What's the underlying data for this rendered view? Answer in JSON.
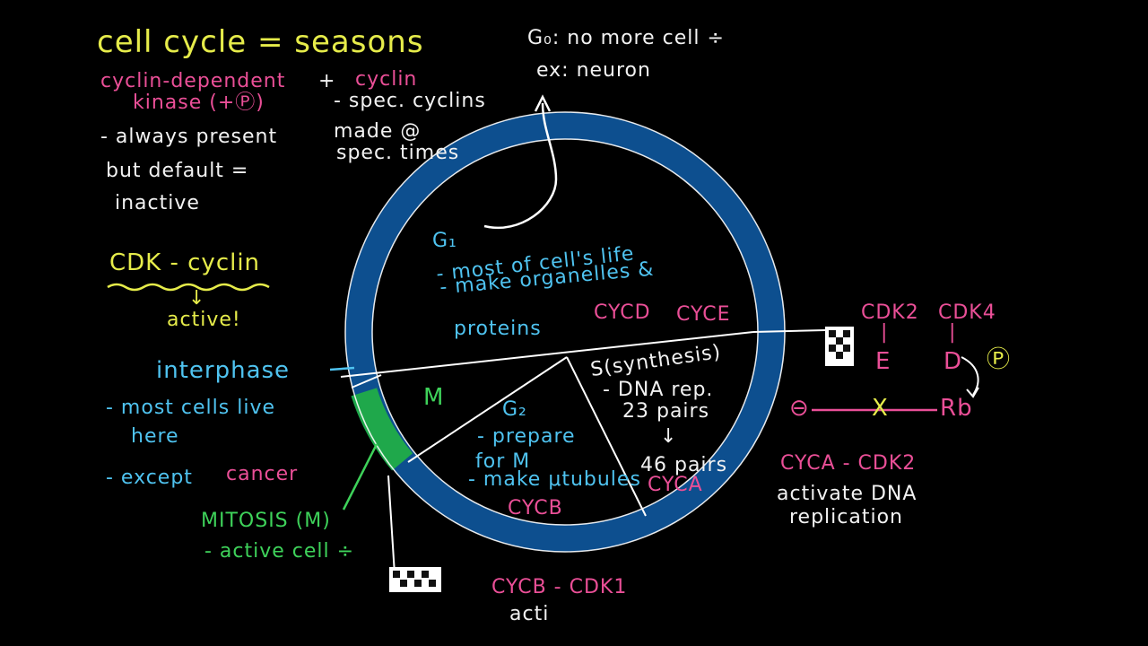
{
  "colors": {
    "background": "#000000",
    "ring_interphase": "#0d4f8f",
    "ring_mitosis": "#1fa84b",
    "yellow": "#e6ec4a",
    "pink": "#ea4f97",
    "white": "#f2f2f2",
    "blue": "#4fc3f0",
    "green": "#3ed25a"
  },
  "title": "cell cycle = seasons",
  "g0_note": {
    "line1": "G₀: no more cell ÷",
    "line2": "ex: neuron"
  },
  "cdk_note": {
    "line1": "cyclin-dependent",
    "line2": "kinase (+Ⓟ)",
    "plus": "+",
    "cyclin": "cyclin",
    "always1": "- always present",
    "always2": "but default =",
    "always3": "inactive",
    "spec1": "- spec. cyclins",
    "spec2": "made @",
    "spec3": "spec. times"
  },
  "cdk_cyclin": {
    "label": "CDK - cyclin",
    "arrow": "↓",
    "active": "active!"
  },
  "interphase": {
    "label": "interphase",
    "line1": "- most cells live",
    "line2": "here",
    "except": "- except",
    "cancer": "cancer"
  },
  "mitosis": {
    "line1": "MITOSIS (M)",
    "line2": "- active cell ÷"
  },
  "circle": {
    "g1_title": "G₁",
    "g1_line1": "- most of cell's life",
    "g1_line2": "- make organelles &",
    "g1_line3": "proteins",
    "cycd": "CYCD",
    "cyce": "CYCE",
    "m_label": "M",
    "g2_title": "G₂",
    "g2_line1": "- prepare",
    "g2_line2": "for M",
    "g2_line3": "- make μtubules",
    "cycb": "CYCB",
    "s_line1": "S(synthesis)",
    "s_line2": "- DNA rep.",
    "s_line3": "23 pairs",
    "s_arrow": "↓",
    "s_line4": "46 pairs",
    "cyca": "CYCA"
  },
  "right_panel": {
    "cdk2": "CDK2",
    "cdk4": "CDK4",
    "bar": "|",
    "e": "E",
    "d": "D",
    "p": "Ⓟ",
    "minus": "⊖",
    "x": "X",
    "rb": "Rb",
    "cyca_cdk2": "CYCA - CDK2",
    "activate1": "activate DNA",
    "activate2": "replication"
  },
  "bottom": {
    "cycb_cdk1": "CYCB - CDK1",
    "act": "acti"
  }
}
